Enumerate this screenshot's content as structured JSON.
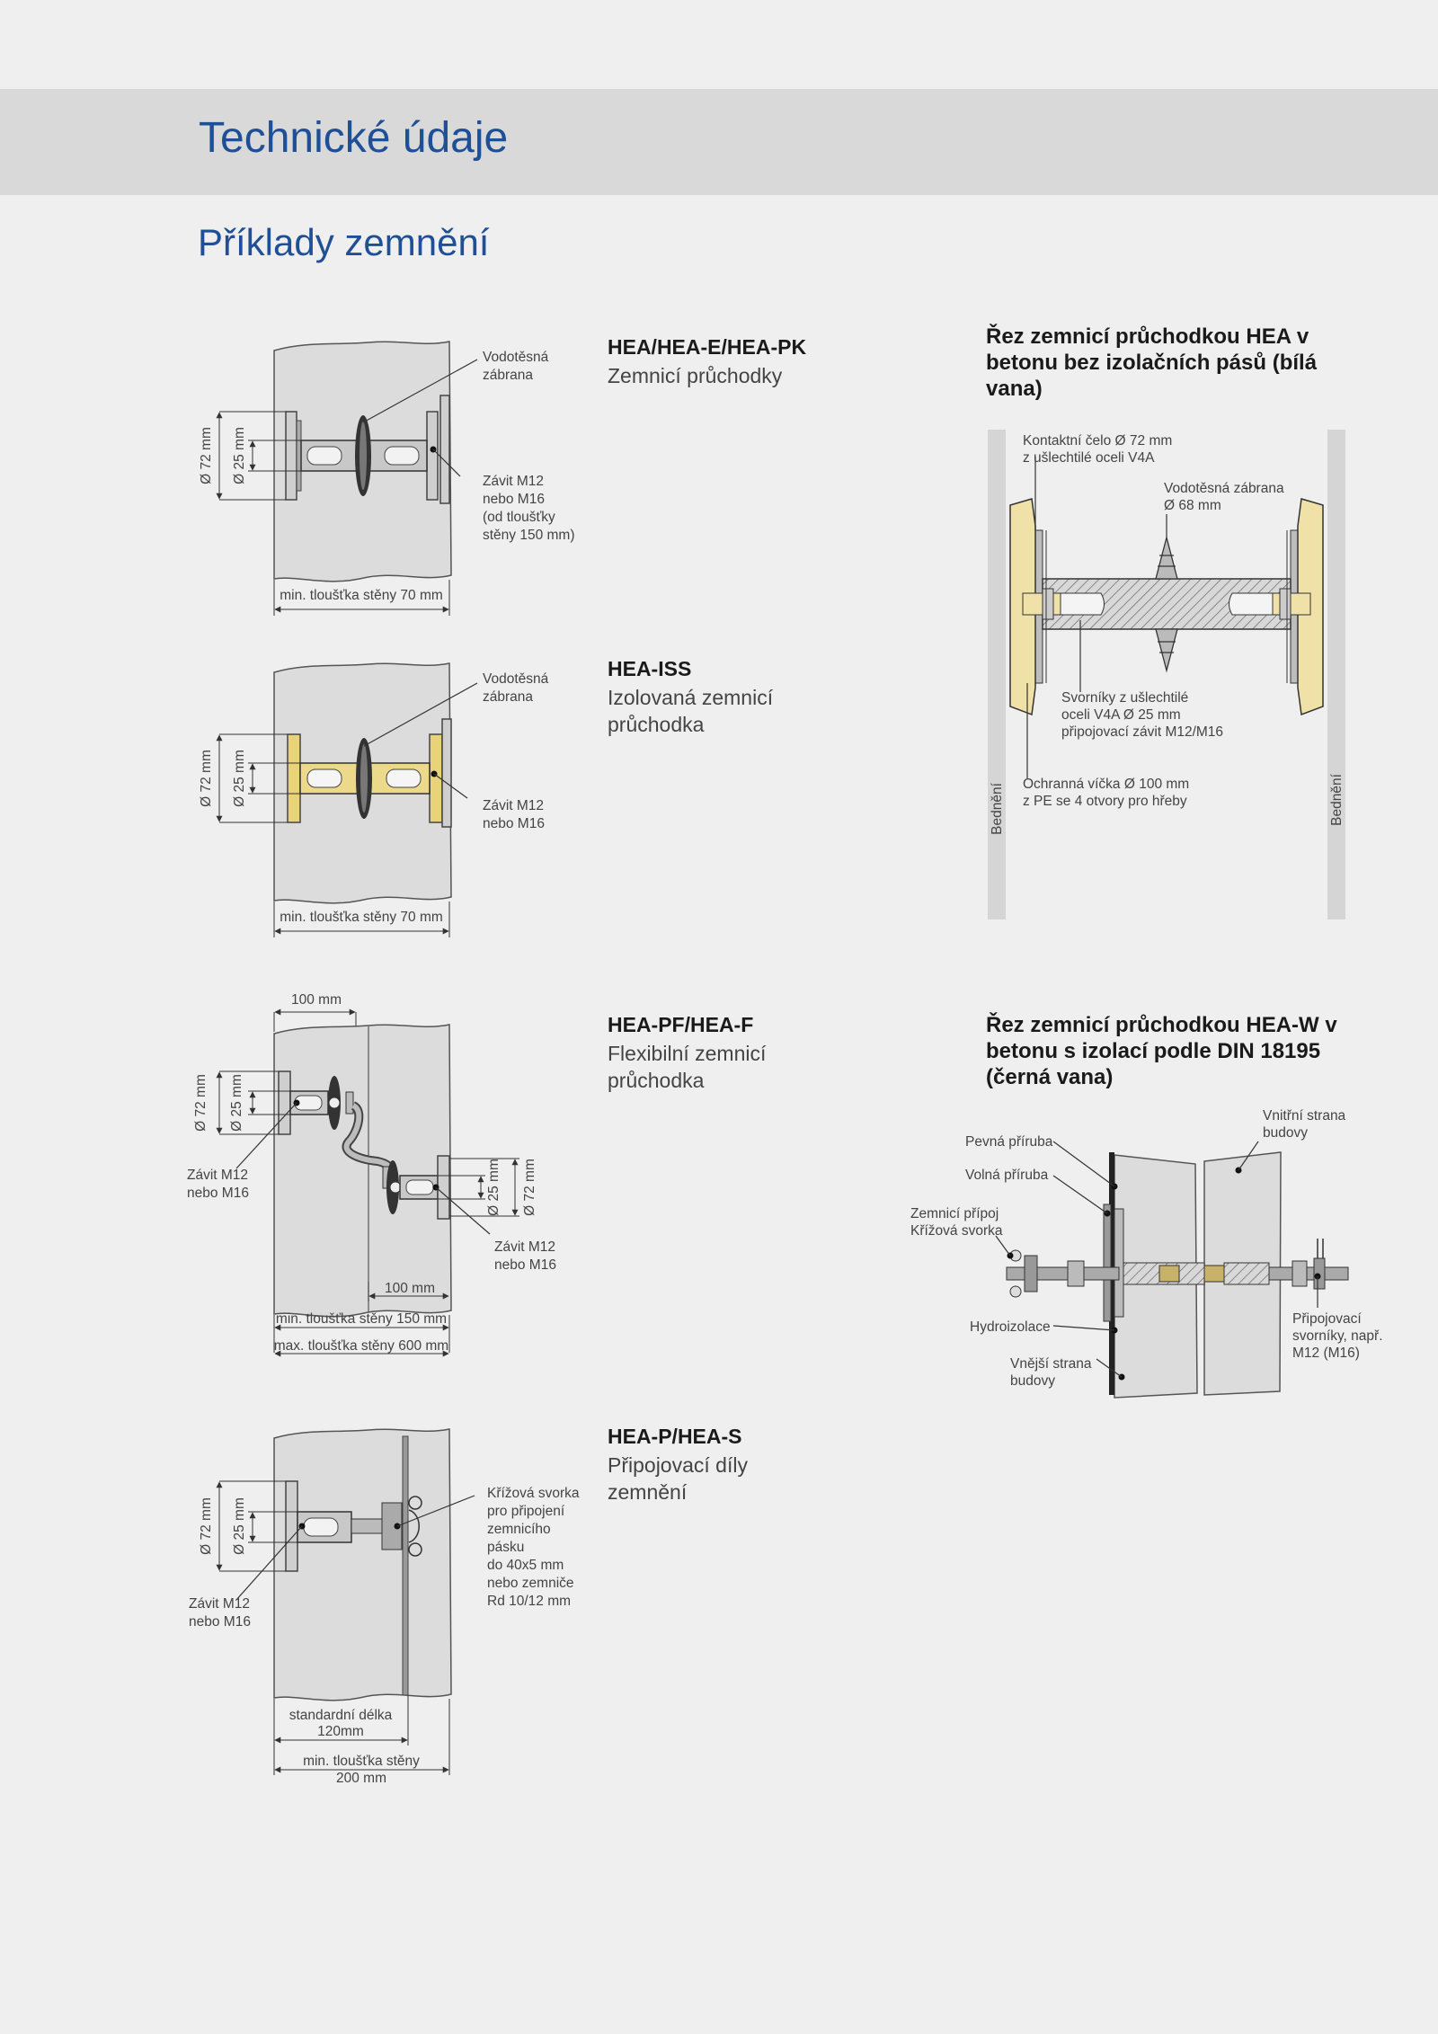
{
  "header": {
    "title": "Technické údaje"
  },
  "subtitle": "Příklady zemnění",
  "products": [
    {
      "code": "HEA/HEA-E/HEA-PK",
      "name": "Zemnicí průchodky"
    },
    {
      "code": "HEA-ISS",
      "name": "Izolovaná zemnicí průchodka"
    },
    {
      "code": "HEA-PF/HEA-F",
      "name": "Flexibilní zemnicí průchodka"
    },
    {
      "code": "HEA-P/HEA-S",
      "name": "Připojovací díly zemnění"
    }
  ],
  "sections": {
    "hea": {
      "title": "Řez zemnicí průchodkou HEA v betonu bez izolačních pásů (bílá vana)",
      "labels": {
        "contact_1": "Kontaktní čelo Ø 72 mm",
        "contact_2": "z ušlechtilé oceli V4A",
        "barrier_1": "Vodotěsná zábrana",
        "barrier_2": "Ø 68 mm",
        "bolts_1": "Svorníky z ušlechtilé",
        "bolts_2": "oceli V4A Ø 25 mm",
        "bolts_3": "připojovací závit M12/M16",
        "caps_1": "Ochranná víčka Ø 100 mm",
        "caps_2": "z PE se 4 otvory pro hřeby",
        "formwork": "Bednění"
      }
    },
    "heaw": {
      "title": "Řez zemnicí průchodkou HEA-W v betonu s izolací podle DIN 18195 (černá vana)",
      "labels": {
        "fixed_flange": "Pevná příruba",
        "loose_flange": "Volná příruba",
        "earth_1": "Zemnicí přípoj",
        "earth_2": "Křížová svorka",
        "inner_1": "Vnitřní strana",
        "inner_2": "budovy",
        "waterproofing": "Hydroizolace",
        "outer_1": "Vnější strana",
        "outer_2": "budovy",
        "conn_1": "Připojovací",
        "conn_2": "svorníky, např.",
        "conn_3": "M12 (M16)"
      }
    }
  },
  "diagrams": {
    "d1": {
      "barrier_1": "Vodotěsná",
      "barrier_2": "zábrana",
      "thread_1": "Závit M12",
      "thread_2": "nebo M16",
      "thread_3": "(od tloušťky",
      "thread_4": "stěny 150 mm)",
      "dia72": "Ø 72 mm",
      "dia25": "Ø 25 mm",
      "wall": "min. tloušťka stěny 70 mm"
    },
    "d2": {
      "barrier_1": "Vodotěsná",
      "barrier_2": "zábrana",
      "thread_1": "Závit M12",
      "thread_2": "nebo M16",
      "dia72": "Ø 72 mm",
      "dia25": "Ø 25 mm",
      "wall": "min. tloušťka stěny 70 mm"
    },
    "d3": {
      "top": "100 mm",
      "bottom": "100 mm",
      "thread_a1": "Závit M12",
      "thread_a2": "nebo M16",
      "thread_b1": "Závit M12",
      "thread_b2": "nebo M16",
      "dia72": "Ø 72 mm",
      "dia25": "Ø 25 mm",
      "wall_min": "min. tloušťka stěny 150 mm",
      "wall_max": "max. tloušťka stěny 600 mm"
    },
    "d4": {
      "clamp_1": "Křížová svorka",
      "clamp_2": "pro připojení",
      "clamp_3": "zemnicího",
      "clamp_4": "pásku",
      "clamp_5": "do 40x5 mm",
      "clamp_6": "nebo zemniče",
      "clamp_7": "Rd 10/12 mm",
      "thread_1": "Závit M12",
      "thread_2": "nebo M16",
      "dia72": "Ø 72 mm",
      "dia25": "Ø 25 mm",
      "std_1": "standardní délka",
      "std_2": "120mm",
      "wall_1": "min. tloušťka stěny",
      "wall_2": "200 mm"
    }
  },
  "colors": {
    "accent": "#1f4f96",
    "band": "#d9d9d9",
    "background": "#efefef",
    "brass": "#e8d27a"
  }
}
